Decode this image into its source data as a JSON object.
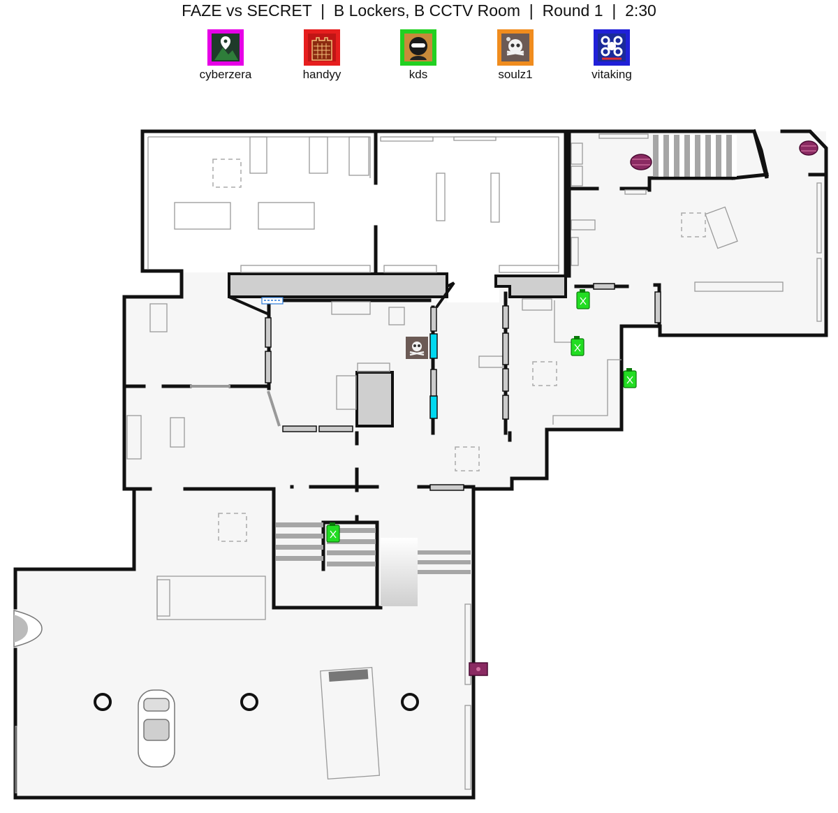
{
  "header": {
    "match": "FAZE vs SECRET",
    "site": "B Lockers, B CCTV Room",
    "round": "Round 1",
    "time": "2:30",
    "separator": "|"
  },
  "players": [
    {
      "name": "cyberzera",
      "color": "#e600e6",
      "icon": "map-pin-mountain-icon"
    },
    {
      "name": "handyy",
      "color": "#e61e1e",
      "icon": "castle-wall-icon"
    },
    {
      "name": "kds",
      "color": "#22d022",
      "icon": "masked-face-icon"
    },
    {
      "name": "soulz1",
      "color": "#f08c1e",
      "icon": "gas-mask-skull-icon"
    },
    {
      "name": "vitaking",
      "color": "#2020d8",
      "icon": "drone-icon"
    }
  ],
  "map": {
    "gadgets": {
      "jerry_can": "jerry-can-icon",
      "deployable_shield": "shield-icon",
      "reinforced_wall": "reinforcement-icon"
    },
    "colors": {
      "wall": "#111111",
      "floor": "#f7f7f7",
      "reinforced": "#00d8f0",
      "jerry_can": "#22dd22",
      "shield": "#7a2a5a"
    }
  }
}
